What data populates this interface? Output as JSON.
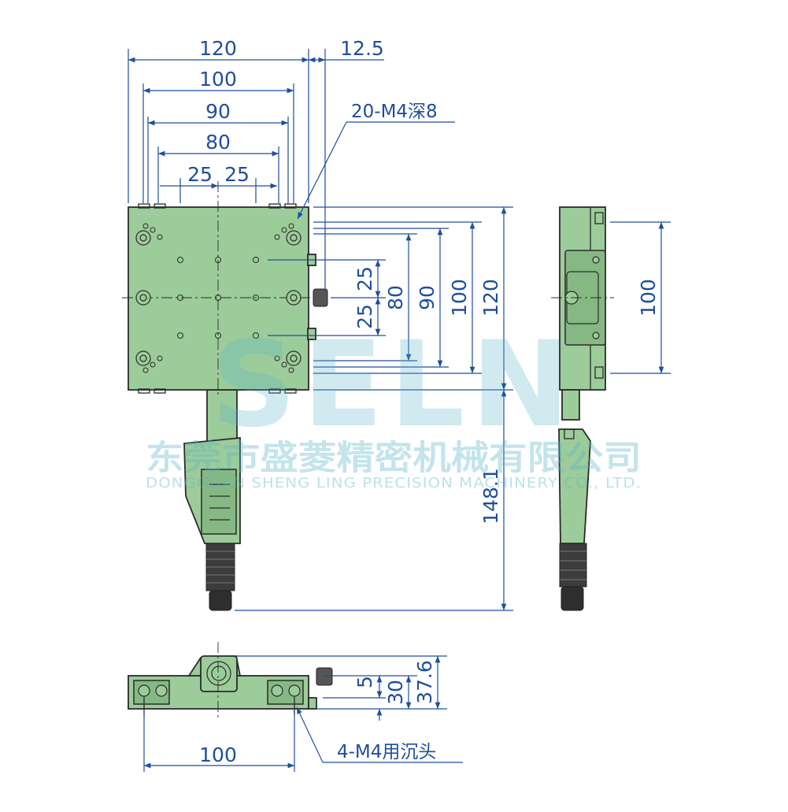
{
  "dimensions": {
    "top_120": "120",
    "top_100": "100",
    "top_90": "90",
    "top_80": "80",
    "top_25_left": "25",
    "top_25_right": "25",
    "top_12_5": "12.5",
    "right_25_upper": "25",
    "right_25_lower": "25",
    "right_80": "80",
    "right_90": "90",
    "right_100": "100",
    "right_120": "120",
    "right_148_1": "148.1",
    "side_100": "100",
    "front_5": "5",
    "front_30": "30",
    "front_37_6": "37.6",
    "front_bottom_100": "100"
  },
  "notes": {
    "top_holes": "20-M4深8",
    "bottom_holes": "4-M4用沉头"
  },
  "watermark": {
    "logo": "SELN",
    "company_cn": "东莞市盛菱精密机械有限公司",
    "company_en": "DONGGUAN SHENG LING PRECISION MACHINERY CO., LTD."
  },
  "colors": {
    "body_fill": "#9ccc9a",
    "dimension": "#1f4e9c",
    "watermark": "#5ab5c9"
  }
}
